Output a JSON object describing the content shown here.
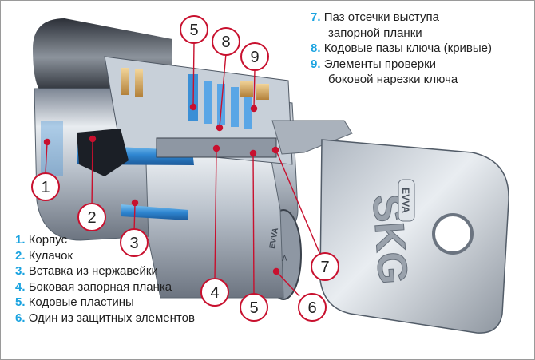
{
  "legend_left": [
    {
      "num": "1.",
      "text": "Корпус"
    },
    {
      "num": "2.",
      "text": "Кулачок"
    },
    {
      "num": "3.",
      "text": "Вставка из нержавейки"
    },
    {
      "num": "4.",
      "text": "Боковая запорная планка"
    },
    {
      "num": "5.",
      "text": "Кодовые пластины"
    },
    {
      "num": "6.",
      "text": "Один из защитных элементов"
    }
  ],
  "legend_right": [
    {
      "num": "7.",
      "line1": "Паз отсечки выступа",
      "line2": "запорной планки"
    },
    {
      "num": "8.",
      "line1": "Кодовые пазы ключа (кривые)",
      "line2": ""
    },
    {
      "num": "9.",
      "line1": "Элементы проверки",
      "line2": "боковой нарезки ключа"
    }
  ],
  "callouts": [
    "1",
    "2",
    "3",
    "4",
    "5",
    "5",
    "6",
    "7",
    "8",
    "9"
  ],
  "key_text": {
    "brand": "SKG",
    "badge": "EVVA",
    "small_mark": "A"
  },
  "colors": {
    "accent": "#1aa3e0",
    "body_light": "#d9dfe6",
    "body_dark": "#5a6270",
    "insert_blue": "#3b8fd6",
    "leader": "#c8102e"
  }
}
